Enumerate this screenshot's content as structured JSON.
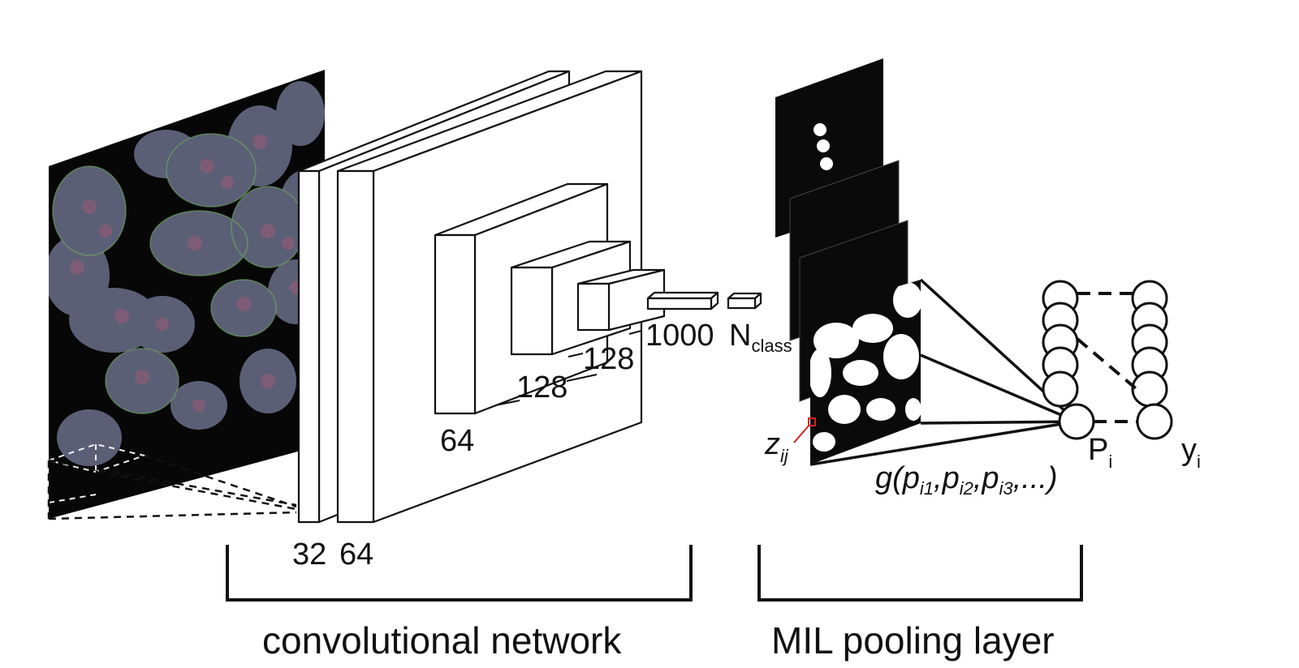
{
  "convnet": {
    "label_32": "32",
    "label_64a": "64",
    "label_64b": "64",
    "label_128a": "128",
    "label_128b": "128",
    "label_1000": "1000",
    "label_n": "N",
    "label_n_sub": "class",
    "caption": "convolutional network"
  },
  "mil": {
    "z_main": "z",
    "z_sub": "ij",
    "p_main": "P",
    "p_sub": "i",
    "y_main": "y",
    "y_sub": "i",
    "g_open": "g(p",
    "g_sub1": "i1",
    "g_comma1": ",p",
    "g_sub2": "i2",
    "g_comma2": ",p",
    "g_sub3": "i3",
    "g_close": ",...)",
    "caption": "MIL pooling layer"
  },
  "colors": {
    "ink": "#111111",
    "highlight": "#d62020",
    "map_dark": "#0a0a0a"
  }
}
